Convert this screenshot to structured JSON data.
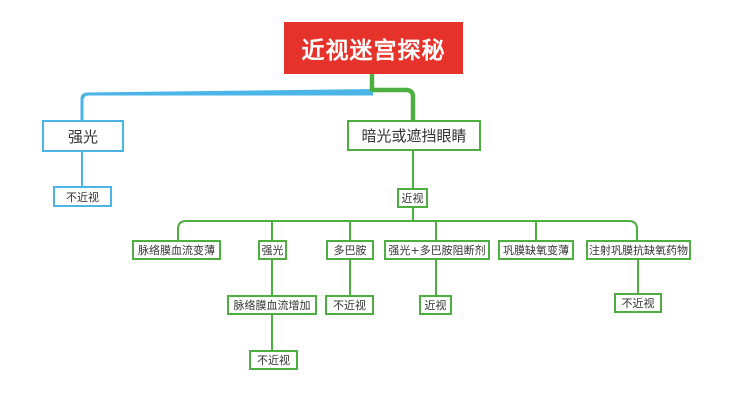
{
  "title": "近视迷宫探秘",
  "colors": {
    "title_bg": "#e5322a",
    "left_branch": "#4cb5e8",
    "right_branch": "#4caf3f"
  },
  "branches": [
    {
      "label": "强光",
      "children": [
        {
          "label": "不近视"
        }
      ]
    },
    {
      "label": "暗光或遮挡眼睛",
      "children": [
        {
          "label": "近视",
          "children": [
            {
              "label": "脉络膜血流变薄"
            },
            {
              "label": "强光",
              "children": [
                {
                  "label": "脉络膜血流增加",
                  "children": [
                    {
                      "label": "不近视"
                    }
                  ]
                }
              ]
            },
            {
              "label": "多巴胺",
              "children": [
                {
                  "label": "不近视"
                }
              ]
            },
            {
              "label": "强光+多巴胺阻断剂",
              "children": [
                {
                  "label": "近视"
                }
              ]
            },
            {
              "label": "巩膜缺氧变薄"
            },
            {
              "label": "注射巩膜抗缺氧药物",
              "children": [
                {
                  "label": "不近视"
                }
              ]
            }
          ]
        }
      ]
    }
  ]
}
